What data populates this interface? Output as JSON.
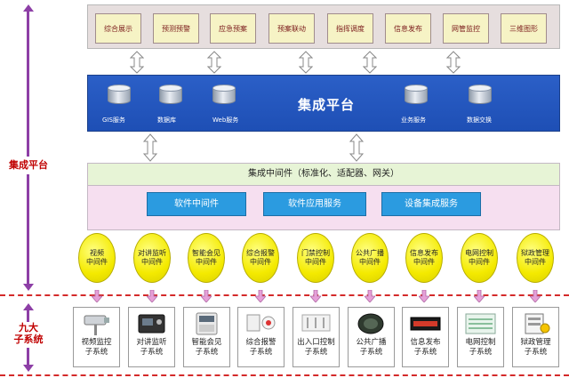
{
  "rail": {
    "top_label": "集成平台",
    "bottom_label": [
      "九大",
      "子系统"
    ]
  },
  "applications": [
    "综合展示",
    "预测预警",
    "应急预案",
    "预案联动",
    "指挥调度",
    "信息发布",
    "网管监控",
    "三维图形"
  ],
  "platform": {
    "title": "集成平台",
    "services": [
      "GIS服务",
      "数据库",
      "Web服务",
      "业务服务",
      "数据交换"
    ]
  },
  "middleware": {
    "header": "集成中间件（标准化、适配器、网关）",
    "modules": [
      "软件中间件",
      "软件应用服务",
      "设备集成服务"
    ]
  },
  "adapters": [
    [
      "视频",
      "中间件"
    ],
    [
      "对讲监听",
      "中间件"
    ],
    [
      "智能会见",
      "中间件"
    ],
    [
      "综合报警",
      "中间件"
    ],
    [
      "门禁控制",
      "中间件"
    ],
    [
      "公共广播",
      "中间件"
    ],
    [
      "信息发布",
      "中间件"
    ],
    [
      "电网控制",
      "中间件"
    ],
    [
      "狱政管理",
      "中间件"
    ]
  ],
  "subsystems": [
    [
      "视频监控",
      "子系统"
    ],
    [
      "对讲监听",
      "子系统"
    ],
    [
      "智能会见",
      "子系统"
    ],
    [
      "综合报警",
      "子系统"
    ],
    [
      "出入口控制",
      "子系统"
    ],
    [
      "公共广播",
      "子系统"
    ],
    [
      "信息发布",
      "子系统"
    ],
    [
      "电网控制",
      "子系统"
    ],
    [
      "狱政管理",
      "子系统"
    ]
  ],
  "colors": {
    "platform_blue": "#2255c0",
    "middleware_blue": "#2b9be0",
    "oval_yellow": "#f4ea00",
    "rail_purple": "#8d3fa6",
    "separator_red": "#d42a2a",
    "label_red": "#c00000"
  }
}
